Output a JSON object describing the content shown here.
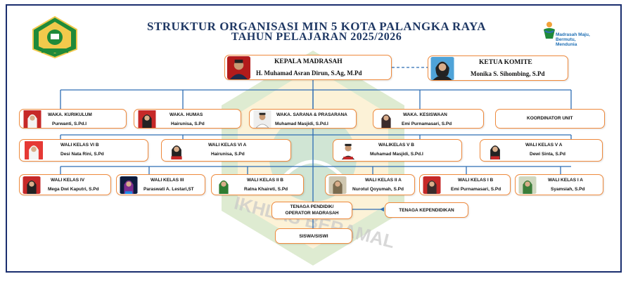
{
  "title": {
    "line1": "STRUKTUR ORGANISASI MIN 5 KOTA PALANGKA RAYA",
    "line2": "TAHUN PELAJARAN 2025/2026"
  },
  "tagline": [
    "Madrasah Maju,",
    "Bermutu,",
    "Mendunia"
  ],
  "watermark_text": "IKHLAS BERAMAL",
  "colors": {
    "title": "#1f3864",
    "box_border": "#ef8a3d",
    "connector": "#2e6db4",
    "frame": "#1a2e6e"
  },
  "head": {
    "role": "KEPALA MADRASAH",
    "name": "H. Muhamad Asran Dirun, S.Ag, M.Pd"
  },
  "committee": {
    "role": "KETUA KOMITE",
    "name": "Monika S. Sihombing, S.Pd"
  },
  "deputies": [
    {
      "role": "WAKA. KURIKULUM",
      "name": "Purwanti, S.Pd.I"
    },
    {
      "role": "WAKA. HUMAS",
      "name": "Hairunisa, S.Pd"
    },
    {
      "role": "WAKA. SARANA & PRASARANA",
      "name": "Muhamad Masjidi, S.Pd.I"
    },
    {
      "role": "WAKA. KESISWAAN",
      "name": "Emi Purnamasari, S.Pd"
    }
  ],
  "coordinator": {
    "role": "KOORDINATOR UNIT"
  },
  "homeroom_row1": [
    {
      "role": "WALI KELAS VI B",
      "name": "Desi Nata Rini, S.Pd"
    },
    {
      "role": "WALI KELAS VI A",
      "name": "Hairunisa, S.Pd"
    },
    {
      "role": "WALIKELAS V B",
      "name": "Muhamad Masjidi, S.Pd.I"
    },
    {
      "role": "WALI KELAS V A",
      "name": "Dewi Sinta,  S.Pd"
    }
  ],
  "homeroom_row2": [
    {
      "role": "WALI KELAS IV",
      "name": "Mega Dwi Kaputri, S.Pd"
    },
    {
      "role": "WALI KELAS III",
      "name": "Paraswati A. Lestari,ST"
    },
    {
      "role": "WALI KELAS II B",
      "name": "Ratna Khaireti, S.Pd"
    },
    {
      "role": "WALI KELAS II A",
      "name": "Nurotul Qoyumah, S.Pd"
    },
    {
      "role": "WALI KELAS I B",
      "name": "Emi Purnamasari, S.Pd"
    },
    {
      "role": "WALI KELAS I A",
      "name": "Syamsiah, S.Pd"
    }
  ],
  "educators": {
    "line1": "TENAGA PENDIDIK/",
    "line2": "OPERATOR MADRASAH"
  },
  "staff": {
    "label": "TENAGA KEPENDIDIKAN"
  },
  "students": {
    "label": "SISWA/SISWI"
  }
}
